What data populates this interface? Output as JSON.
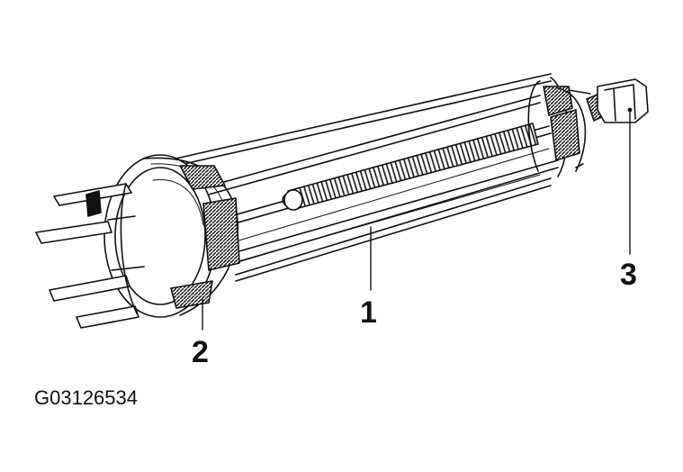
{
  "figure": {
    "id": "G03126534",
    "callouts": [
      {
        "number": "1"
      },
      {
        "number": "2"
      },
      {
        "number": "3"
      }
    ]
  }
}
